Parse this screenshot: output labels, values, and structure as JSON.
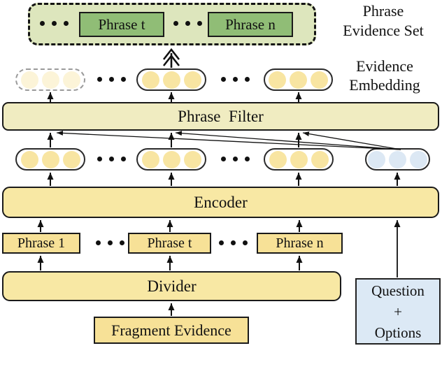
{
  "captions": {
    "phrase_evidence_set": {
      "line1": "Phrase",
      "line2": "Evidence Set"
    },
    "evidence_embedding": {
      "line1": "Evidence",
      "line2": "Embedding"
    }
  },
  "boxes": {
    "phrase_filter": "Phrase  Filter",
    "encoder": "Encoder",
    "divider": "Divider",
    "fragment_evidence": "Fragment Evidence",
    "question_options": {
      "line1": "Question",
      "line2": "+",
      "line3": "Options"
    }
  },
  "phrase_evidence_set_items": {
    "phrase_t": "Phrase t",
    "phrase_n": "Phrase n"
  },
  "phrase_row": {
    "phrase_1": "Phrase 1",
    "phrase_t": "Phrase t",
    "phrase_n": "Phrase n"
  },
  "colors": {
    "pale_green_panel": "#dde6bd",
    "green_box": "#90bd76",
    "filter_fill": "#f0ecc1",
    "yellow_box": "#f8e8a4",
    "yellow_small_box": "#f7e197",
    "yellow_unit": "#f8e5a2",
    "faded_unit": "#fcf4d8",
    "blue_unit": "#dce8f4",
    "blue_box": "#dce9f5",
    "line": "#111111"
  }
}
